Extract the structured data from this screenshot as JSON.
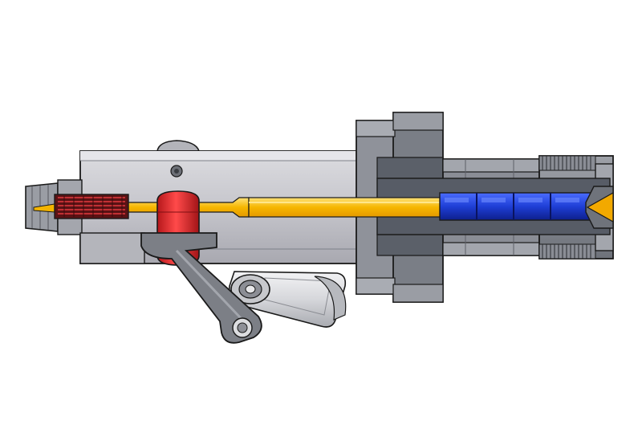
{
  "figure": {
    "kind": "cross-section",
    "background": "#ffffff",
    "colors": {
      "outline": "#1a1a1a",
      "body_light": "#c9c9ce",
      "body_mid": "#a9a9b0",
      "body_dark": "#6c7078",
      "flange": "#8b8e96",
      "core": "#565b64",
      "bore": "#f4b400",
      "bore_highlight": "#ffd54a",
      "plunger": "#e3262a",
      "plunger_dark": "#9c1416",
      "spring": "#c0252a",
      "ram": "#1f3fd6",
      "ram_dark": "#0c1f8a",
      "tip": "#e6a000",
      "lever": "#7c7f86",
      "fitting": "#d9dade"
    },
    "parts": [
      "inlet-nozzle",
      "pump-body",
      "mounting-flange",
      "front-housing",
      "knurled-collar",
      "bore-channel",
      "spring-coil",
      "plunger",
      "ram-pistons",
      "discharge-tip",
      "actuating-lever",
      "swivel-fitting"
    ]
  }
}
